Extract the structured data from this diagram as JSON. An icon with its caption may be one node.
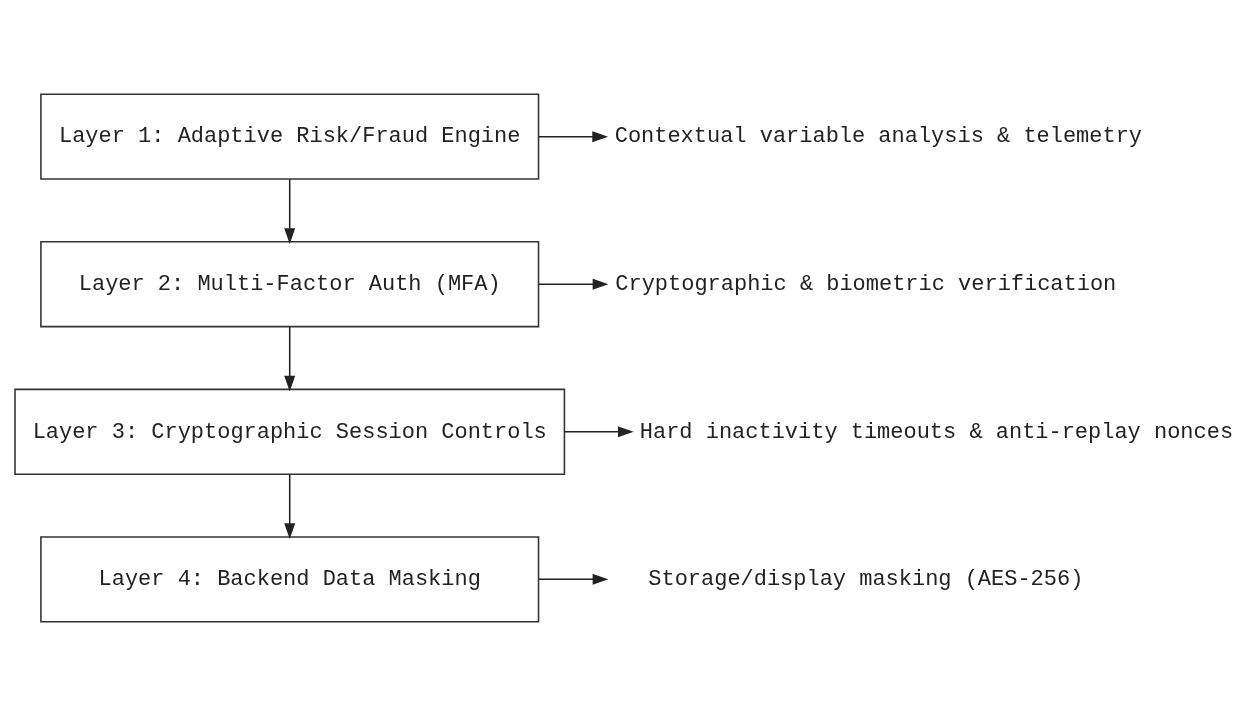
{
  "diagram": {
    "nodes": [
      {
        "text": [
          "Layer 1: Adaptive Risk/Fraud Engine"
        ]
      },
      {
        "text": [
          "Layer 2: Multi-Factor Auth (MFA)"
        ]
      },
      {
        "text": [
          "Layer 3: Cryptographic Session Controls"
        ]
      },
      {
        "text": [
          "Layer 4: Backend Data Masking"
        ]
      },
      {
        "text": [
          "Contextual variable analysis & telemetry"
        ]
      },
      {
        "text": [
          "Cryptographic & biometric verification"
        ]
      },
      {
        "text": [
          "Hard inactivity timeouts & anti-replay nonces"
        ]
      },
      {
        "text": [
          "Storage/display masking (AES-256)"
        ]
      }
    ],
    "edges": [
      {
        "from": 0,
        "to": 4,
        "arrow": "to"
      },
      {
        "from": 0,
        "to": 1,
        "arrow": "to"
      },
      {
        "from": 1,
        "to": 5,
        "arrow": "to"
      },
      {
        "from": 1,
        "to": 2,
        "arrow": "to"
      },
      {
        "from": 2,
        "to": 6,
        "arrow": "to"
      },
      {
        "from": 2,
        "to": 3,
        "arrow": "to"
      },
      {
        "from": 3,
        "to": 7,
        "arrow": "to"
      }
    ]
  }
}
